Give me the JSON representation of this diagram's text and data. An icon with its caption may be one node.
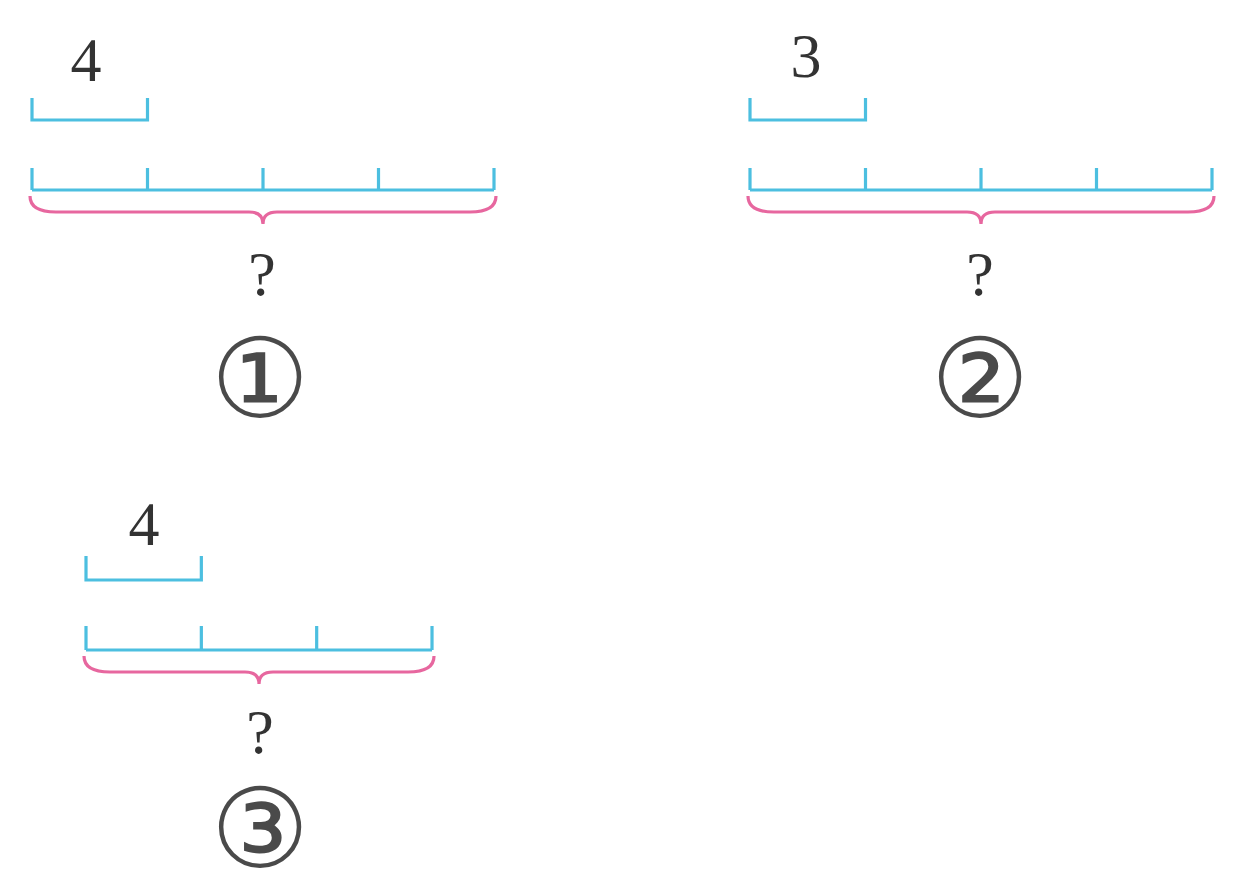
{
  "diagram": {
    "labels": [
      "4",
      "?",
      "①",
      "3",
      "?",
      "②",
      "4",
      "?",
      "③"
    ]
  }
}
